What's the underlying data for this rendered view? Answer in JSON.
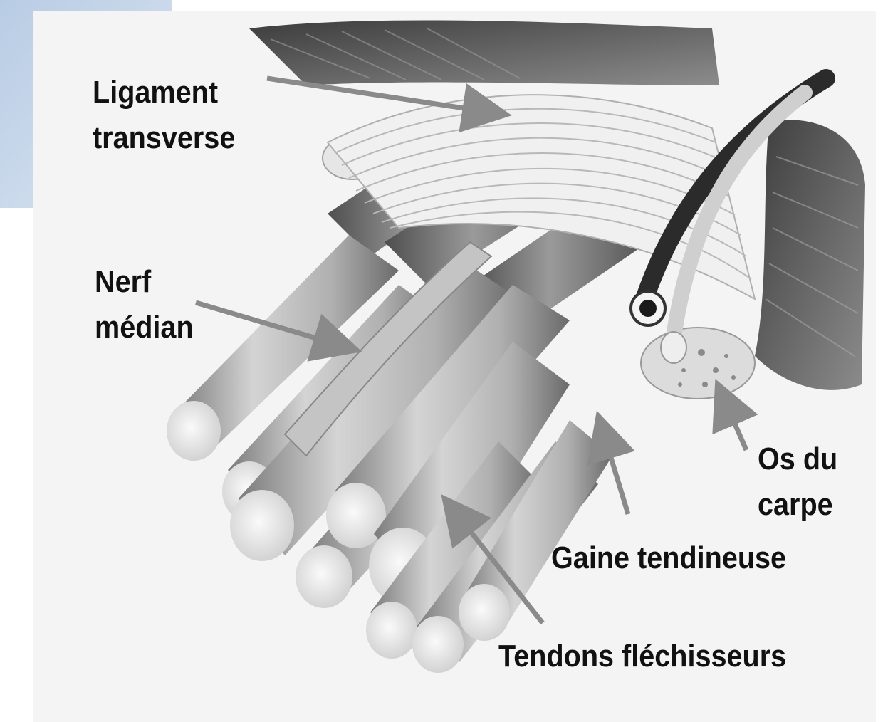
{
  "labels": {
    "ligament": "Ligament\ntransverse",
    "nerf": "Nerf\nmédian",
    "os": "Os du\ncarpe",
    "gaine": "Gaine tendineuse",
    "tendons": "Tendons fléchisseurs"
  },
  "colors": {
    "corner_background": "#c9d8ea",
    "illustration_background": "#f4f4f4",
    "arrow": "#8a8a8a",
    "label_text": "#111111"
  }
}
